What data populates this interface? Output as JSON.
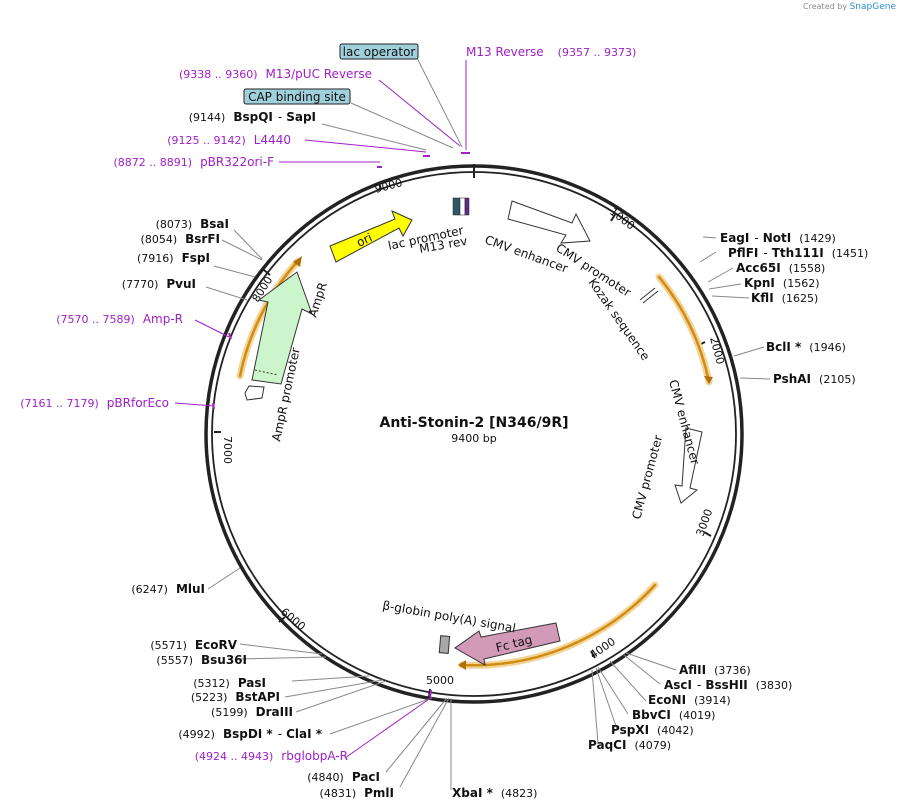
{
  "credit": {
    "prefix": "Created by",
    "brand": "SnapGene"
  },
  "map": {
    "name": "Anti-Stonin-2 [N346/9R]",
    "size_label": "9400 bp",
    "length": 9400,
    "ticks": [
      "1000",
      "2000",
      "3000",
      "4000",
      "5000",
      "6000",
      "7000",
      "8000",
      "9000"
    ]
  },
  "boxed_features": {
    "lac_operator": "lac operator",
    "cap_site": "CAP binding site"
  },
  "features": {
    "ori": "ori",
    "lac_promoter": "lac promoter",
    "m13_rev": "M13 rev",
    "cmv_enhancer_1": "CMV enhancer",
    "cmv_promoter_1": "CMV promoter",
    "kozak": "Kozak sequence",
    "cmv_enhancer_2": "CMV enhancer",
    "cmv_promoter_2": "CMV promoter",
    "fc_tag": "Fc tag",
    "bglobin": "β-globin poly(A) signal",
    "ampr": "AmpR",
    "ampr_promoter": "AmpR promoter"
  },
  "primers": {
    "m13_reverse": {
      "name": "M13 Reverse",
      "range": "(9357 .. 9373)"
    },
    "m13_puc": {
      "name": "M13/pUC Reverse",
      "range": "(9338 .. 9360)"
    },
    "l4440": {
      "name": "L4440",
      "range": "(9125 .. 9142)"
    },
    "pbr322": {
      "name": "pBR322ori-F",
      "range": "(8872 .. 8891)"
    },
    "ampr": {
      "name": "Amp-R",
      "range": "(7570 .. 7589)"
    },
    "pbrforeco": {
      "name": "pBRforEco",
      "range": "(7161 .. 7179)"
    },
    "rbglob": {
      "name": "rbglobpA-R",
      "range": "(4924 .. 4943)"
    }
  },
  "sites": {
    "bspqi": {
      "pos": "(9144)",
      "name1": "BspQI",
      "name2": "SapI"
    },
    "bsai": {
      "pos": "(8073)",
      "name": "BsaI"
    },
    "bsrfi": {
      "pos": "(8054)",
      "name": "BsrFI"
    },
    "fspi": {
      "pos": "(7916)",
      "name": "FspI"
    },
    "pvui": {
      "pos": "(7770)",
      "name": "PvuI"
    },
    "eagi": {
      "name1": "EagI",
      "name2": "NotI",
      "pos": "(1429)"
    },
    "pflfi": {
      "name1": "PflFI",
      "name2": "Tth111I",
      "pos": "(1451)"
    },
    "acc65i": {
      "name": "Acc65I",
      "pos": "(1558)"
    },
    "kpni": {
      "name": "KpnI",
      "pos": "(1562)"
    },
    "kfli": {
      "name": "KflI",
      "pos": "(1625)"
    },
    "bcli": {
      "name": "BclI *",
      "pos": "(1946)"
    },
    "pshai": {
      "name": "PshAI",
      "pos": "(2105)"
    },
    "aflii": {
      "name": "AflII",
      "pos": "(3736)"
    },
    "asci": {
      "name1": "AscI",
      "name2": "BssHII",
      "pos": "(3830)"
    },
    "econi": {
      "name": "EcoNI",
      "pos": "(3914)"
    },
    "bbvci": {
      "name": "BbvCI",
      "pos": "(4019)"
    },
    "pspxi": {
      "name": "PspXI",
      "pos": "(4042)"
    },
    "paqci": {
      "name": "PaqCI",
      "pos": "(4079)"
    },
    "xbai": {
      "name": "XbaI *",
      "pos": "(4823)"
    },
    "pmli": {
      "pos": "(4831)",
      "name": "PmlI"
    },
    "paci": {
      "pos": "(4840)",
      "name": "PacI"
    },
    "bspdi": {
      "pos": "(4992)",
      "name1": "BspDI *",
      "name2": "ClaI *"
    },
    "draiii": {
      "pos": "(5199)",
      "name": "DraIII"
    },
    "bstapi": {
      "pos": "(5223)",
      "name": "BstAPI"
    },
    "pasi": {
      "pos": "(5312)",
      "name": "PasI"
    },
    "bsu36i": {
      "pos": "(5557)",
      "name": "Bsu36I"
    },
    "ecorv": {
      "pos": "(5571)",
      "name": "EcoRV"
    },
    "mlui": {
      "pos": "(6247)",
      "name": "MluI"
    }
  },
  "colors": {
    "backbone": "#222222",
    "primer": "#a020c8",
    "ori": "#ffff00",
    "ampr": "#ccf5cc",
    "fc_tag": "#d29ab6",
    "highlight": "#f0c060",
    "operator_box": "#9fd0dc"
  }
}
